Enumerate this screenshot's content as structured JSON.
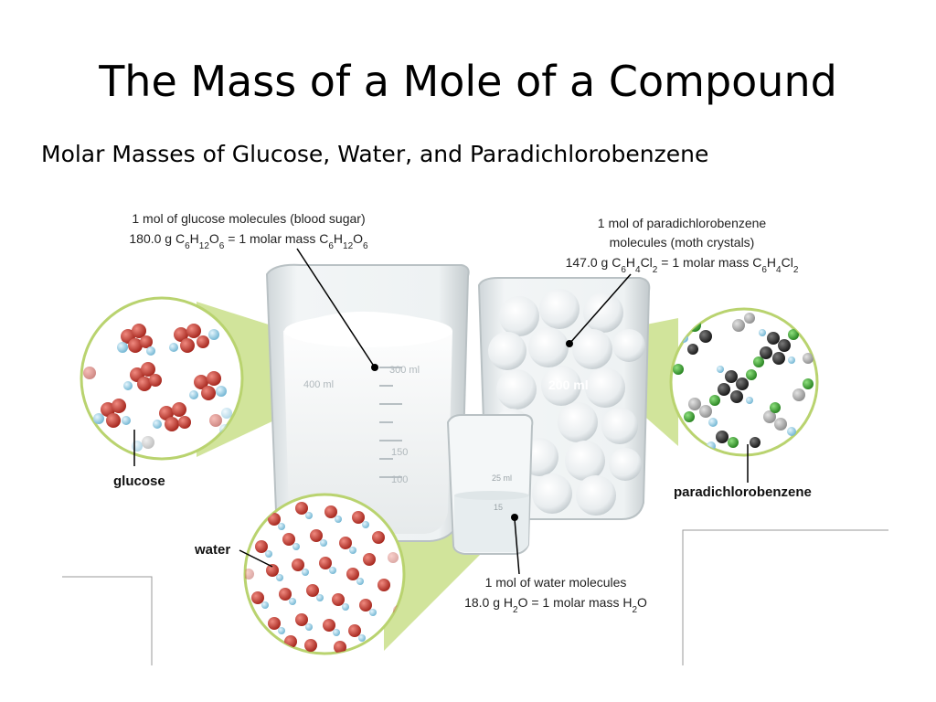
{
  "slide": {
    "title": "The Mass of a Mole of a Compound",
    "subtitle": "Molar Masses of Glucose, Water, and Paradichlorobenzene"
  },
  "figure": {
    "glucose_caption": {
      "line1": "1 mol of glucose molecules (blood sugar)",
      "line2_prefix": "180.0 g C",
      "line2_mid": " = 1 molar mass C",
      "formula_parts": [
        "C",
        "6",
        "H",
        "12",
        "O",
        "6"
      ]
    },
    "para_caption": {
      "line1": "1 mol of paradichlorobenzene",
      "line2": "molecules (moth crystals)",
      "line3_prefix": "147.0 g C",
      "line3_mid": " = 1 molar mass C",
      "formula_parts": [
        "C",
        "6",
        "H",
        "4",
        "Cl",
        "2"
      ]
    },
    "water_caption": {
      "line1": "1 mol of water molecules",
      "line2_prefix": "18.0 g H",
      "line2_mid": "O = 1 molar mass H",
      "formula_parts": [
        "H",
        "2",
        "O"
      ]
    },
    "labels": {
      "glucose": "glucose",
      "water": "water",
      "para": "paradichlorobenzene"
    },
    "beaker_marks": {
      "large_top": "300 ml",
      "large_side": "400 ml",
      "large_150": "150",
      "large_100": "100",
      "medium": "200 ml",
      "small_25": "25 ml",
      "small_15": "15"
    },
    "colors": {
      "callout_green": "#c9df8a",
      "oxygen_red": "#c0392b",
      "hydrogen_blue": "#9fd0e6",
      "chlorine_green": "#3fa535",
      "carbon_black": "#2b2b2b"
    }
  }
}
